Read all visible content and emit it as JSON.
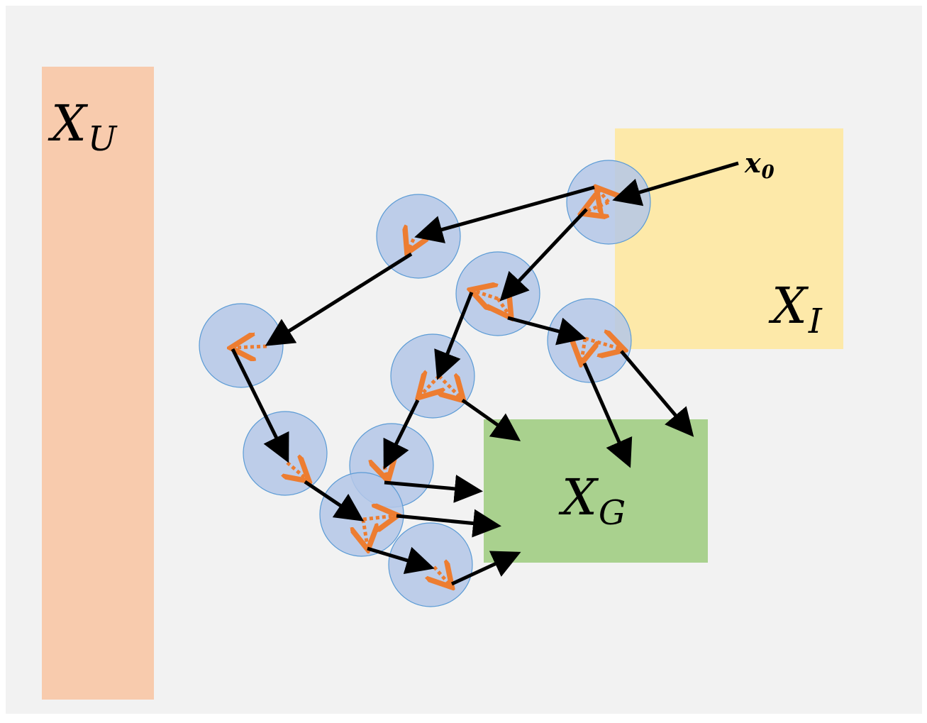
{
  "colors": {
    "page_background": "#f2f2f2",
    "unsafe_region": "#f8cbad",
    "initial_region": "#fde9a9",
    "goal_region": "#a9d18e",
    "state_ball_fill": "#b4c7e7",
    "state_ball_stroke": "#5b9bd5",
    "trajectory_arrow": "#000000",
    "perturbation_arrow": "#ed7d31"
  },
  "labels": {
    "unsafe": {
      "main": "X",
      "sub": "U"
    },
    "initial": {
      "main": "X",
      "sub": "I"
    },
    "goal": {
      "main": "X",
      "sub": "G"
    },
    "start_state": {
      "main": "x",
      "sub": "0"
    }
  },
  "icons": {
    "state_ball": "circle",
    "trajectory_arrow": "solid-black-arrow",
    "perturbation_arrow": "dotted-orange-arrow"
  }
}
